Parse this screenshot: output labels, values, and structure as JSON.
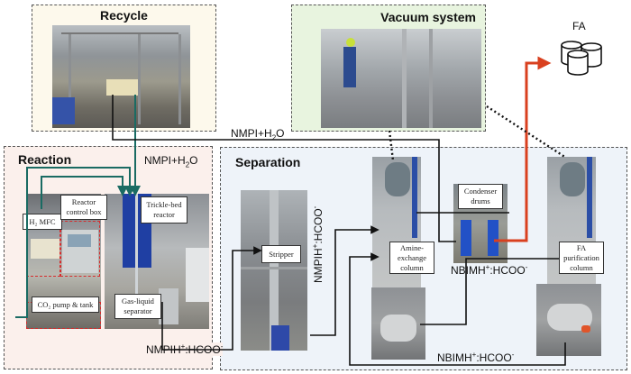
{
  "panels": {
    "recycle": {
      "title": "Recycle",
      "bg": "#fdf9ec"
    },
    "vacuum": {
      "title": "Vacuum system",
      "bg": "#e8f4df"
    },
    "reaction": {
      "title": "Reaction",
      "bg": "#fbf0ec"
    },
    "separation": {
      "title": "Separation",
      "bg": "#eef3f9"
    }
  },
  "product": {
    "label": "FA"
  },
  "equipment_labels": {
    "h2_mfc": "H₂ MFC",
    "reactor_control_box": "Reactor control box",
    "trickle_bed_reactor": "Trickle-bed reactor",
    "co2_pump_tank": "CO₂ pump & tank",
    "gas_liquid_separator": "Gas-liquid separator",
    "stripper": "Stripper",
    "amine_exchange_column": "Amine-exchange column",
    "condenser_drums": "Condenser drums",
    "fa_purification_column": "FA purification column"
  },
  "flow_labels": {
    "recycle_top": {
      "base": "NMPI+H",
      "sub": "2",
      "tail": "O"
    },
    "reaction_feed": {
      "base": "NMPI+H",
      "sub": "2",
      "tail": "O"
    },
    "reactor_out": {
      "base": "NMPIH",
      "sup": "+",
      "mid": ":HCOO",
      "sup2": "-"
    },
    "stripper_out": {
      "base": "NMPIH",
      "sup": "+",
      "mid": ":HCOO",
      "sup2": "-"
    },
    "nbimh_mid": {
      "base": "NBIMH",
      "sup": "+",
      "mid": ":HCOO",
      "sup2": "-"
    },
    "nbimh_bottom": {
      "base": "NBIMH",
      "sup": "+",
      "mid": ":HCOO",
      "sup2": "-"
    }
  },
  "colors": {
    "recycle_line": "#1a6b63",
    "process_line": "#111111",
    "product_line": "#d9401f",
    "vacuum_line": "#111111",
    "highlight_box": "#d62d2d"
  }
}
